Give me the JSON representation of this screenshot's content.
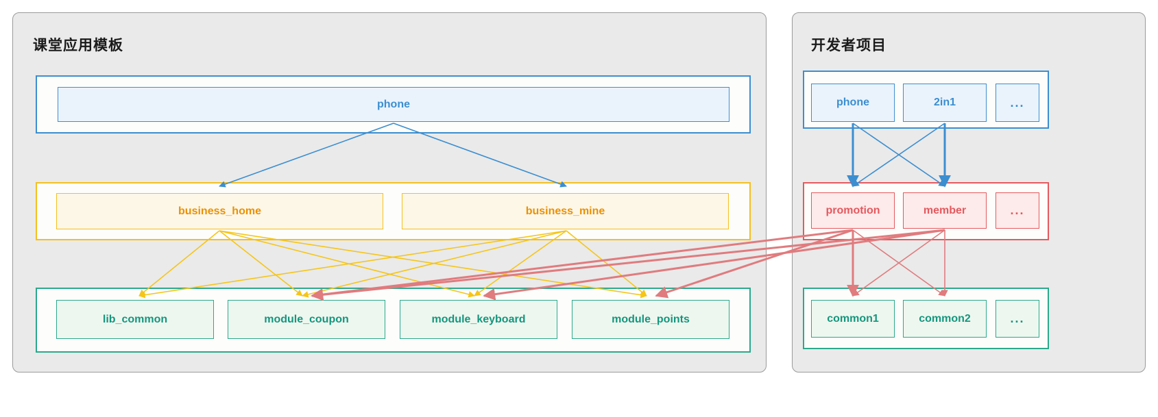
{
  "panels": {
    "template": {
      "title": "课堂应用模板",
      "layers": {
        "app": {
          "color": "#3b8ed0",
          "nodes": [
            {
              "label": "phone"
            }
          ]
        },
        "business": {
          "color": "#f5bf1e",
          "nodes": [
            {
              "label": "business_home"
            },
            {
              "label": "business_mine"
            }
          ]
        },
        "module": {
          "color": "#2aa98b",
          "nodes": [
            {
              "label": "lib_common"
            },
            {
              "label": "module_coupon"
            },
            {
              "label": "module_keyboard"
            },
            {
              "label": "module_points"
            }
          ]
        }
      }
    },
    "developer": {
      "title": "开发者项目",
      "layers": {
        "app": {
          "color": "#3b8ed0",
          "nodes": [
            {
              "label": "phone"
            },
            {
              "label": "2in1"
            },
            {
              "label": "..."
            }
          ]
        },
        "business": {
          "color": "#e4595e",
          "nodes": [
            {
              "label": "promotion"
            },
            {
              "label": "member"
            },
            {
              "label": "..."
            }
          ]
        },
        "module": {
          "color": "#2aa98b",
          "nodes": [
            {
              "label": "common1"
            },
            {
              "label": "common2"
            },
            {
              "label": "..."
            }
          ]
        }
      }
    }
  },
  "colors": {
    "panel_background": "#eaeaea",
    "panel_border": "#9a9a9a",
    "layer_background": "#fdfdfb",
    "blue": "#3b8ed0",
    "blue_fill": "#eaf3fc",
    "orange": "#f5bf1e",
    "orange_text": "#eb9100",
    "orange_fill": "#fdf7e8",
    "green": "#2aa98b",
    "green_text": "#14967e",
    "green_fill": "#eef7ef",
    "red": "#e4595e",
    "red_fill": "#fdeaea",
    "arrow_red": "#e07b7e"
  },
  "edges": {
    "template_app_to_business": [
      {
        "from": "phone",
        "to": "business_home"
      },
      {
        "from": "phone",
        "to": "business_mine"
      }
    ],
    "template_business_to_module": [
      {
        "from": "business_home",
        "to": "lib_common"
      },
      {
        "from": "business_home",
        "to": "module_coupon"
      },
      {
        "from": "business_home",
        "to": "module_keyboard"
      },
      {
        "from": "business_home",
        "to": "module_points"
      },
      {
        "from": "business_mine",
        "to": "lib_common"
      },
      {
        "from": "business_mine",
        "to": "module_coupon"
      },
      {
        "from": "business_mine",
        "to": "module_keyboard"
      },
      {
        "from": "business_mine",
        "to": "module_points"
      }
    ],
    "developer_app_to_business": [
      {
        "from": "phone",
        "to": "promotion"
      },
      {
        "from": "phone",
        "to": "member"
      },
      {
        "from": "2in1",
        "to": "promotion"
      },
      {
        "from": "2in1",
        "to": "member"
      }
    ],
    "developer_business_to_module": [
      {
        "from": "promotion",
        "to": "common1"
      },
      {
        "from": "promotion",
        "to": "common2"
      },
      {
        "from": "member",
        "to": "common1"
      },
      {
        "from": "member",
        "to": "common2"
      }
    ],
    "developer_business_to_template_module": [
      {
        "from": "promotion",
        "to": "module_coupon"
      },
      {
        "from": "promotion",
        "to": "module_points"
      },
      {
        "from": "member",
        "to": "module_coupon"
      },
      {
        "from": "member",
        "to": "module_points"
      }
    ]
  }
}
